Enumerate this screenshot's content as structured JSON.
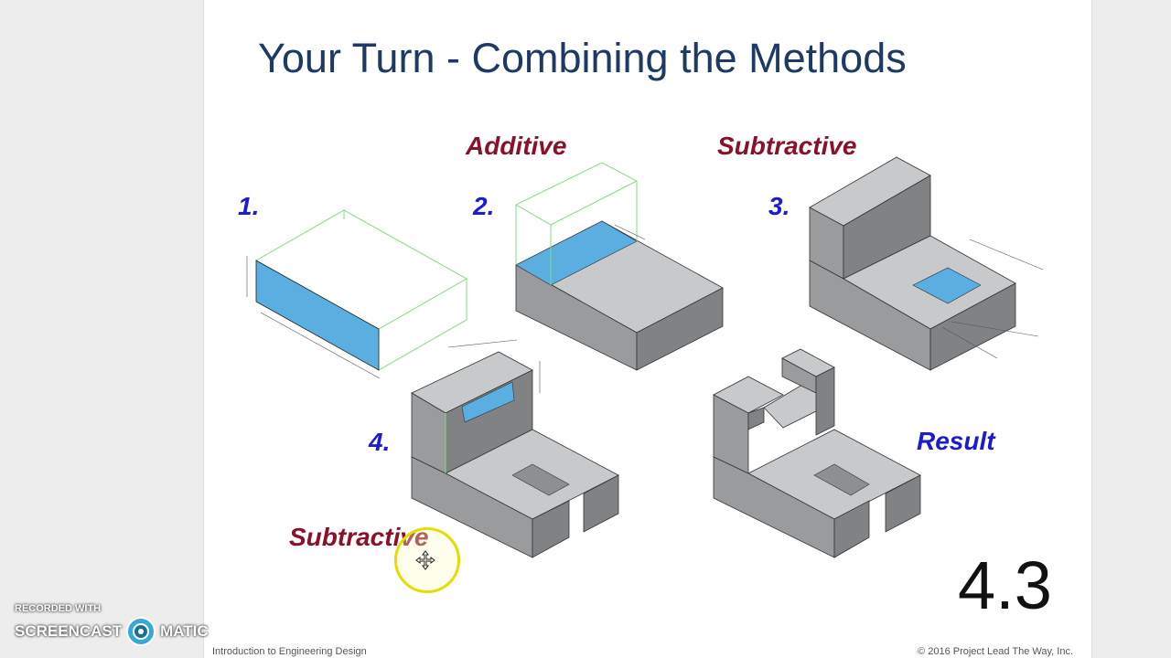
{
  "slide": {
    "title": "Your Turn - Combining the Methods",
    "labels": {
      "additive": "Additive",
      "subtractive_top": "Subtractive",
      "subtractive_bottom": "Subtractive",
      "step1": "1.",
      "step2": "2.",
      "step3": "3.",
      "step4": "4.",
      "result": "Result"
    },
    "slide_number": "4.3",
    "footer_left": "Introduction to Engineering Design",
    "footer_right": "© 2016 Project Lead The Way, Inc."
  },
  "watermark": {
    "line1": "RECORDED WITH",
    "line2a": "SCREENCAST",
    "line2b": "MATIC"
  },
  "colors": {
    "title": "#1c3a63",
    "red_label": "#8b1128",
    "blue_label": "#1b1bd0",
    "sketch_fill": "#5aaee0",
    "solid_top": "#c8c9cb",
    "solid_left": "#9a9b9d",
    "solid_right": "#818284",
    "wireframe": "#7fdc7f"
  }
}
